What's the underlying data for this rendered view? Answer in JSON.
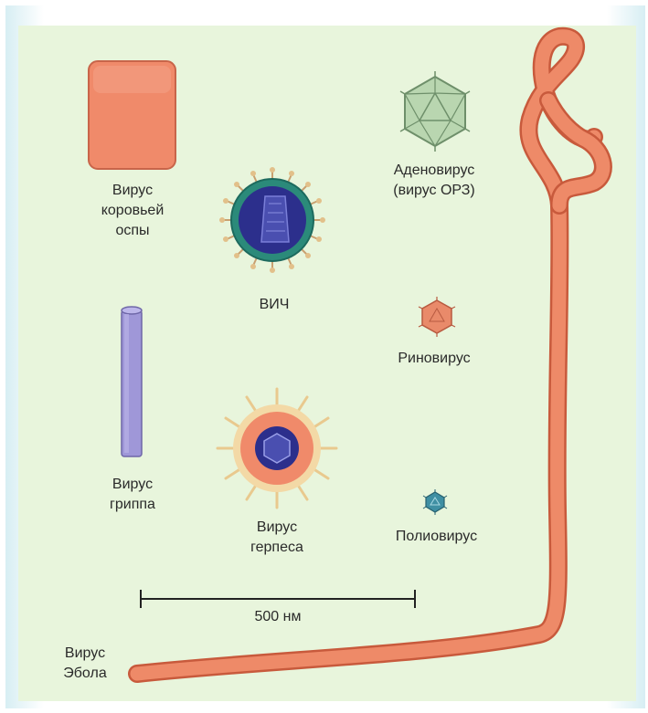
{
  "labels": {
    "vaccinia_line1": "Вирус",
    "vaccinia_line2": "коровьей",
    "vaccinia_line3": "оспы",
    "hiv": "ВИЧ",
    "adenovirus_line1": "Аденовирус",
    "adenovirus_line2": "(вирус ОРЗ)",
    "rhinovirus": "Риновирус",
    "influenza_line1": "Вирус",
    "influenza_line2": "гриппа",
    "herpes_line1": "Вирус",
    "herpes_line2": "герпеса",
    "poliovirus": "Полиовирус",
    "scale_bar": "500 нм",
    "ebola_line1": "Вирус",
    "ebola_line2": "Эбола"
  },
  "colors": {
    "panel_background": "#e8f5dc",
    "vaccinia_fill": "#f08a6a",
    "influenza_fill": "#9f97d8",
    "hiv_envelope": "#2b8a7a",
    "hiv_core": "#2c2f8c",
    "herpes_envelope": "#f08a6a",
    "herpes_spikes": "#e9c98e",
    "adenovirus_fill": "#b9d6b0",
    "rhinovirus_fill": "#e98a6a",
    "poliovirus_fill": "#3f8fa3",
    "ebola_fill": "#ee8a68"
  }
}
